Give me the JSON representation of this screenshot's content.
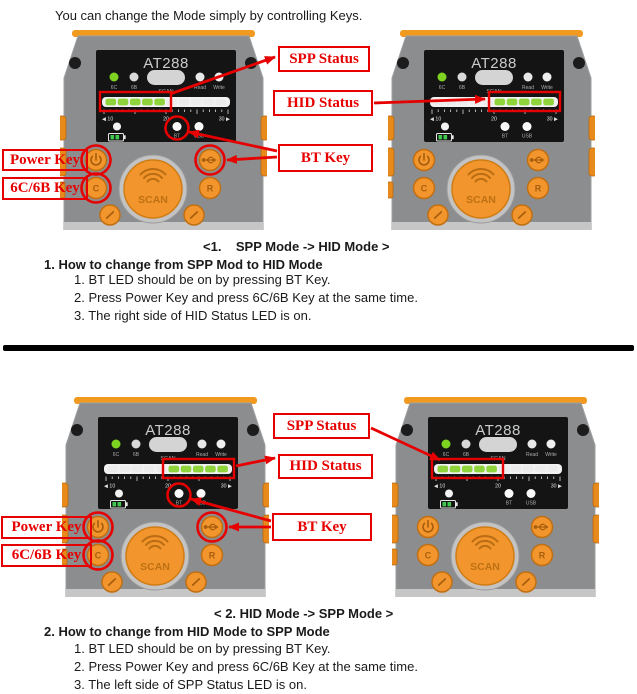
{
  "intro": "You can change the Mode simply by controlling Keys.",
  "callouts": {
    "spp_status": "SPP Status",
    "hid_status": "HID Status",
    "bt_key": "BT Key",
    "power_key": "Power Key",
    "c6b_key": "6C/6B Key"
  },
  "device_labels": {
    "model": "AT288",
    "led_6c": "6C",
    "led_6b": "6B",
    "scan_small": "SCAN",
    "read": "Read",
    "write": "Write",
    "scale_left": "◀ 10",
    "scale_mid": "20",
    "scale_right": "30 ▶",
    "bt": "BT",
    "usb": "USB",
    "scan_button": "SCAN",
    "c_key": "C",
    "r_key": "R"
  },
  "devices": [
    {
      "name": "top-left",
      "mode_lit": "left",
      "annotated": true
    },
    {
      "name": "top-right",
      "mode_lit": "right",
      "annotated": false
    },
    {
      "name": "bottom-left",
      "mode_lit": "right",
      "annotated": true
    },
    {
      "name": "bottom-right",
      "mode_lit": "left",
      "annotated": false
    }
  ],
  "sections": [
    {
      "heading": "<1.    SPP Mode -> HID Mode >",
      "subheading": "1. How to change from SPP Mod to HID Mode",
      "steps": [
        "1. BT LED should be on by pressing BT Key.",
        "2. Press Power Key and press 6C/6B Key at the same time.",
        "3. The right side of HID Status LED is on."
      ]
    },
    {
      "heading": "< 2. HID Mode -> SPP Mode >",
      "subheading": "2. How to change from HID Mode to SPP Mode",
      "steps": [
        "1. BT LED should be on by pressing BT Key.",
        "2. Press Power Key and press 6C/6B Key at the same time.",
        "3. The left side of SPP Status LED is on."
      ]
    }
  ],
  "colors": {
    "red": "#E60000",
    "orange": "#F2952C",
    "orange_dark": "#C06F12",
    "orange_glyph": "#A85E0D",
    "green": "#8FD43A",
    "green_dot": "#7ED321",
    "panel": "#141414",
    "body_gray": "#8B8D8F"
  }
}
